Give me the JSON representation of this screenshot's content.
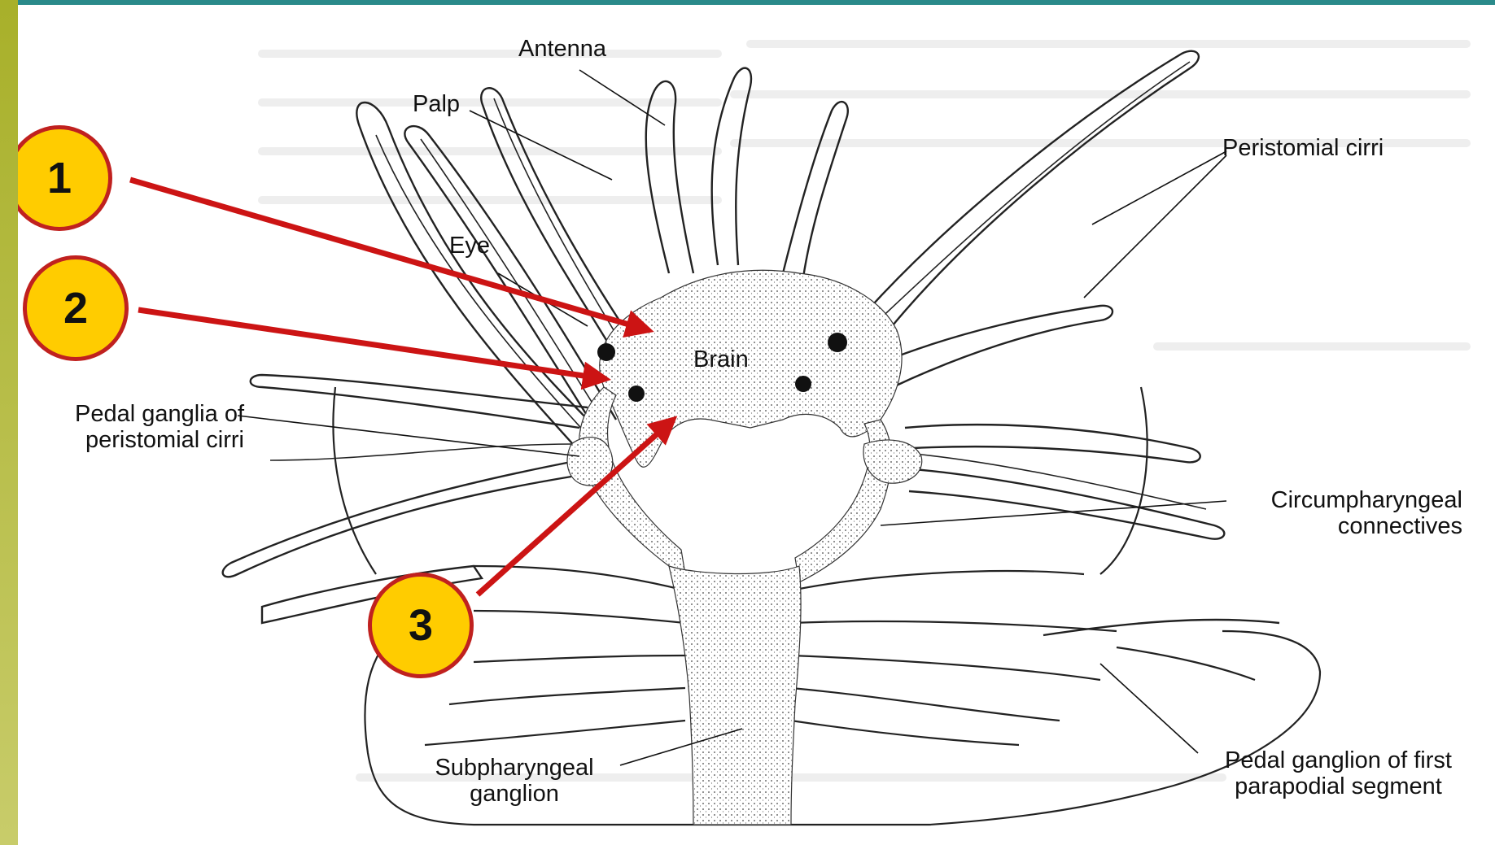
{
  "labels": {
    "antenna": "Antenna",
    "palp": "Palp",
    "eye": "Eye",
    "brain": "Brain",
    "pedal_ganglia_line1": "Pedal ganglia of",
    "pedal_ganglia_line2": "peristomial cirri",
    "peristomial_cirri": "Peristomial cirri",
    "circumpharyngeal_line1": "Circumpharyngeal",
    "circumpharyngeal_line2": "connectives",
    "subpharyngeal_line1": "Subpharyngeal",
    "subpharyngeal_line2": "ganglion",
    "pedal_first_line1": "Pedal ganglion of first",
    "pedal_first_line2": "parapodial segment"
  },
  "markers": [
    {
      "number": "1"
    },
    {
      "number": "2"
    },
    {
      "number": "3"
    }
  ],
  "colors": {
    "marker_fill": "#ffcc00",
    "marker_border": "#c0211f",
    "arrow": "#cc1414",
    "frame": "#2a8a8a",
    "left_bar": "#b4b840"
  }
}
